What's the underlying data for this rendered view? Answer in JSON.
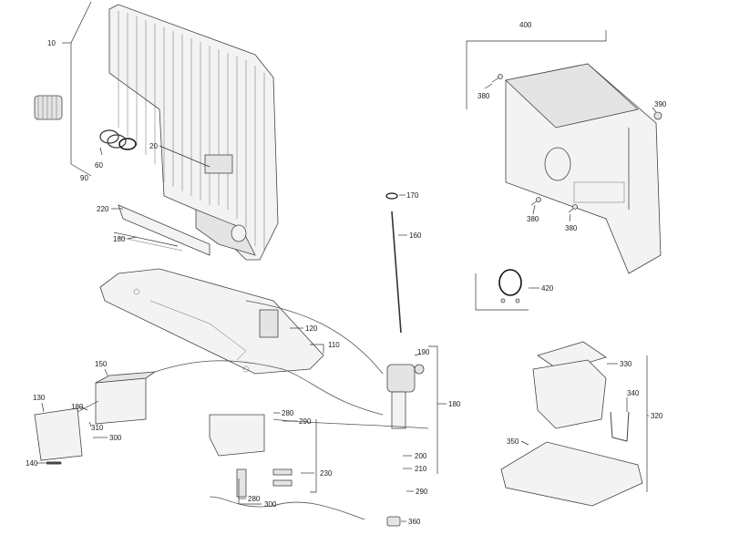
{
  "callouts": {
    "c10": "10",
    "c90": "90",
    "c60": "60",
    "c20": "20",
    "c220": "220",
    "c180a": "180",
    "c170": "170",
    "c160": "160",
    "c400": "400",
    "c380a": "380",
    "c390": "390",
    "c380b": "380",
    "c380c": "380",
    "c420": "420",
    "c120": "120",
    "c110": "110",
    "c190": "190",
    "c180b": "180",
    "c150": "150",
    "c130": "130",
    "c180c": "180",
    "c310": "310",
    "c300a": "300",
    "c140": "140",
    "c280a": "280",
    "c290a": "290",
    "c230": "230",
    "c280b": "280",
    "c300b": "300",
    "c200": "200",
    "c210": "210",
    "c290b": "290",
    "c360": "360",
    "c330": "330",
    "c340": "340",
    "c320": "320",
    "c350": "350"
  },
  "colors": {
    "line": "#333333",
    "part_fill": "#f3f3f3",
    "background": "#ffffff"
  }
}
